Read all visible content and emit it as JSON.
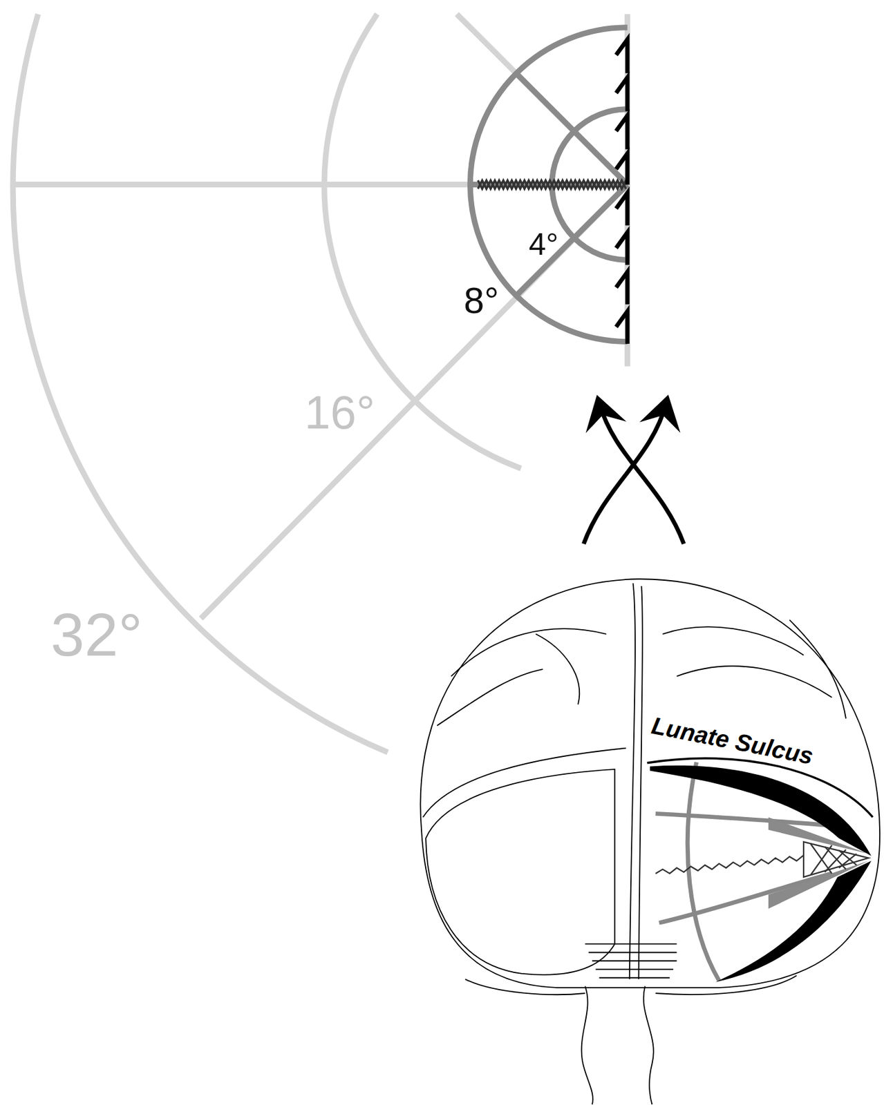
{
  "diagram": {
    "labels": [
      "4°",
      "8°",
      "16°",
      "32°",
      "Lunate Sulcus"
    ]
  }
}
